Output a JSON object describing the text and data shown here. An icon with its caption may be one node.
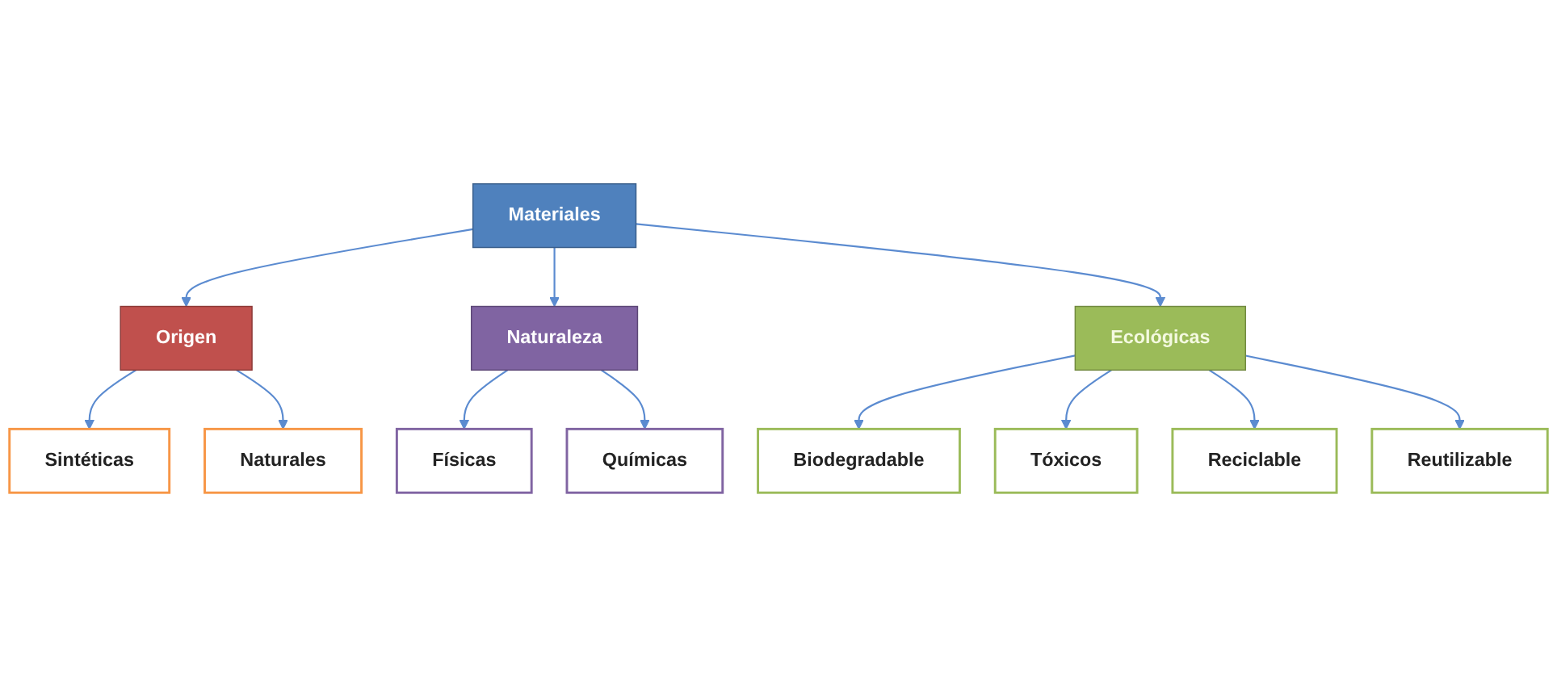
{
  "diagram": {
    "nodes": [
      {
        "text": [
          "Materiales"
        ]
      },
      {
        "text": [
          "Origen"
        ]
      },
      {
        "text": [
          "Naturaleza"
        ]
      },
      {
        "text": [
          "Ecológicas"
        ]
      },
      {
        "text": [
          "Sintéticas"
        ]
      },
      {
        "text": [
          "Naturales"
        ]
      },
      {
        "text": [
          "Físicas"
        ]
      },
      {
        "text": [
          "Químicas"
        ]
      },
      {
        "text": [
          "Biodegradable"
        ]
      },
      {
        "text": [
          "Reutilizable"
        ]
      },
      {
        "text": [
          "Tóxicos"
        ]
      },
      {
        "text": [
          "Reciclable"
        ]
      }
    ],
    "edges": [
      {
        "from": 0,
        "to": 1,
        "arrow": "to"
      },
      {
        "from": 0,
        "to": 2,
        "arrow": "to"
      },
      {
        "from": 0,
        "to": 3,
        "arrow": "to"
      },
      {
        "from": 1,
        "to": 4,
        "arrow": "to"
      },
      {
        "from": 1,
        "to": 5,
        "arrow": "to"
      },
      {
        "from": 2,
        "to": 6,
        "arrow": "to"
      },
      {
        "from": 2,
        "to": 7,
        "arrow": "to"
      },
      {
        "from": 3,
        "to": 8,
        "arrow": "to"
      },
      {
        "from": 3,
        "to": 10,
        "arrow": "to"
      },
      {
        "from": 3,
        "to": 11,
        "arrow": "to"
      },
      {
        "from": 3,
        "to": 9,
        "arrow": "to"
      }
    ]
  }
}
